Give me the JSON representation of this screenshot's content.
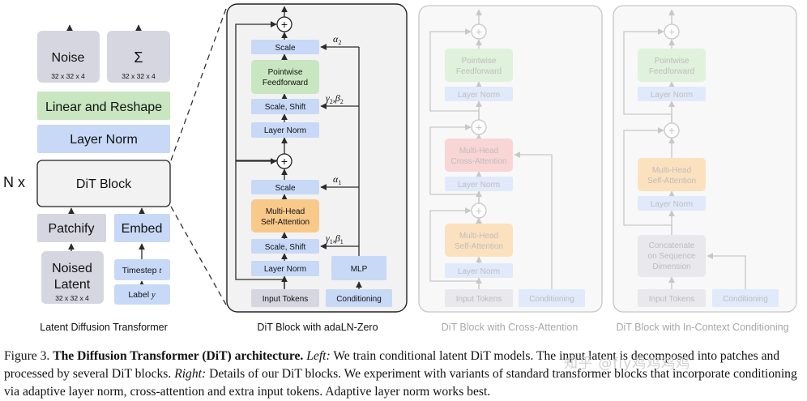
{
  "left_panel": {
    "noise": "Noise",
    "noise_dim": "32 x 32 x 4",
    "sigma": "Σ",
    "sigma_dim": "32 x 32 x 4",
    "linear_reshape": "Linear and Reshape",
    "layer_norm": "Layer Norm",
    "n_times": "N x",
    "dit_block": "DiT Block",
    "patchify": "Patchify",
    "embed": "Embed",
    "noised": "Noised",
    "latent": "Latent",
    "latent_dim": "32 x 32 x 4",
    "timestep": "Timestep",
    "timestep_var": "t",
    "label": "Label",
    "label_var": "y",
    "title": "Latent Diffusion Transformer"
  },
  "adaln_panel": {
    "scale_top": "Scale",
    "pointwise": "Pointwise",
    "feedforward": "Feedforward",
    "scale_shift_top": "Scale, Shift",
    "layer_norm_top": "Layer Norm",
    "scale_bottom": "Scale",
    "mhsa_1": "Multi-Head",
    "mhsa_2": "Self-Attention",
    "scale_shift_bottom": "Scale, Shift",
    "layer_norm_bottom": "Layer Norm",
    "mlp": "MLP",
    "input_tokens": "Input Tokens",
    "conditioning": "Conditioning",
    "alpha2": "α",
    "alpha2_sub": "2",
    "gb2": "γ",
    "gb2_sub_g": "2",
    "gb2_b": ",β",
    "gb2_sub_b": "2",
    "alpha1": "α",
    "alpha1_sub": "1",
    "gb1": "γ",
    "gb1_sub_g": "1",
    "gb1_b": ",β",
    "gb1_sub_b": "1",
    "title": "DiT Block with adaLN-Zero"
  },
  "cross_panel": {
    "pointwise": "Pointwise",
    "feedforward": "Feedforward",
    "layer_norm_1": "Layer Norm",
    "mhca_1": "Multi-Head",
    "mhca_2": "Cross-Attention",
    "layer_norm_2": "Layer Norm",
    "mhsa_1": "Multi-Head",
    "mhsa_2": "Self-Attention",
    "layer_norm_3": "Layer Norm",
    "input_tokens": "Input Tokens",
    "conditioning": "Conditioning",
    "title": "DiT Block with Cross-Attention"
  },
  "incontext_panel": {
    "pointwise": "Pointwise",
    "feedforward": "Feedforward",
    "layer_norm_1": "Layer Norm",
    "mhsa_1": "Multi-Head",
    "mhsa_2": "Self-Attention",
    "layer_norm_2": "Layer Norm",
    "concat_1": "Concatenate",
    "concat_2": "on Sequence",
    "concat_3": "Dimension",
    "input_tokens": "Input Tokens",
    "conditioning": "Conditioning",
    "title": "DiT Block with In-Context Conditioning"
  },
  "caption": {
    "fig": "Figure 3.",
    "bold_title": "The Diffusion Transformer (DiT) architecture.",
    "left_label": "Left:",
    "left_text_1": "We train conditional latent DiT models. The input latent is decomposed",
    "left_text_2": "into patches and processed by several DiT blocks.",
    "right_label": "Right:",
    "right_text_1": "Details of our DiT blocks. We experiment with variants of standard transformer",
    "right_text_2": "blocks that incorporate conditioning via adaptive layer norm, cross-attention and extra input tokens. Adaptive layer norm works best."
  },
  "watermark": "知乎 @fly鸡鸡鸡鸡",
  "colors": {
    "gray_box": "#d6d6e0",
    "blue_box": "#c8d9f7",
    "green_box": "#c8e6c0",
    "orange_box": "#f9c98a",
    "panel_bg": "#f2f2f2",
    "faded_text": "#aaaaaa"
  }
}
